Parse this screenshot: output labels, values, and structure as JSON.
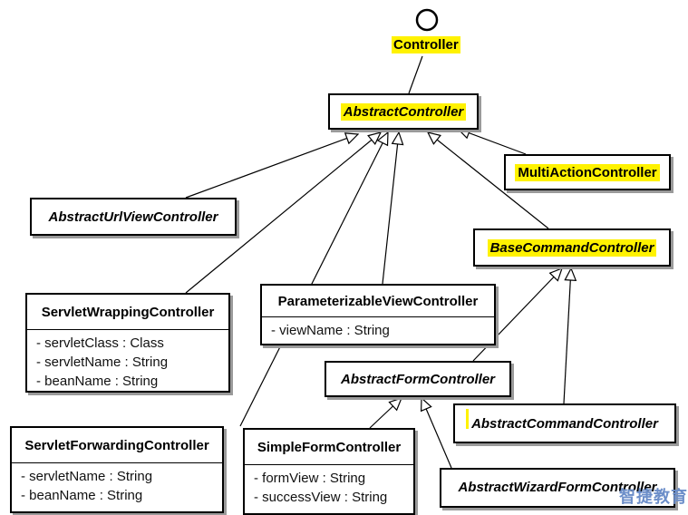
{
  "interface": {
    "name": "Controller"
  },
  "classes": {
    "abstract_controller": {
      "name": "AbstractController"
    },
    "multi_action": {
      "name": "MultiActionController"
    },
    "abstract_url_view": {
      "name": "AbstractUrlViewController"
    },
    "base_command": {
      "name": "BaseCommandController"
    },
    "servlet_wrapping": {
      "name": "ServletWrappingController",
      "attributes": [
        "- servletClass : Class",
        "- servletName : String",
        "- beanName : String"
      ]
    },
    "parameterizable_view": {
      "name": "ParameterizableViewController",
      "attributes": [
        "- viewName : String"
      ]
    },
    "abstract_form": {
      "name": "AbstractFormController"
    },
    "abstract_command": {
      "name": "AbstractCommandController"
    },
    "servlet_forwarding": {
      "name": "ServletForwardingController",
      "attributes": [
        "- servletName : String",
        "- beanName : String"
      ]
    },
    "simple_form": {
      "name": "SimpleFormController",
      "attributes": [
        "- formView : String",
        "- successView : String"
      ]
    },
    "abstract_wizard": {
      "name": "AbstractWizardFormController"
    }
  },
  "watermark": "智捷教育",
  "colors": {
    "highlight": "#fff200",
    "line": "#000000",
    "watermark": "#6c8ec9"
  }
}
